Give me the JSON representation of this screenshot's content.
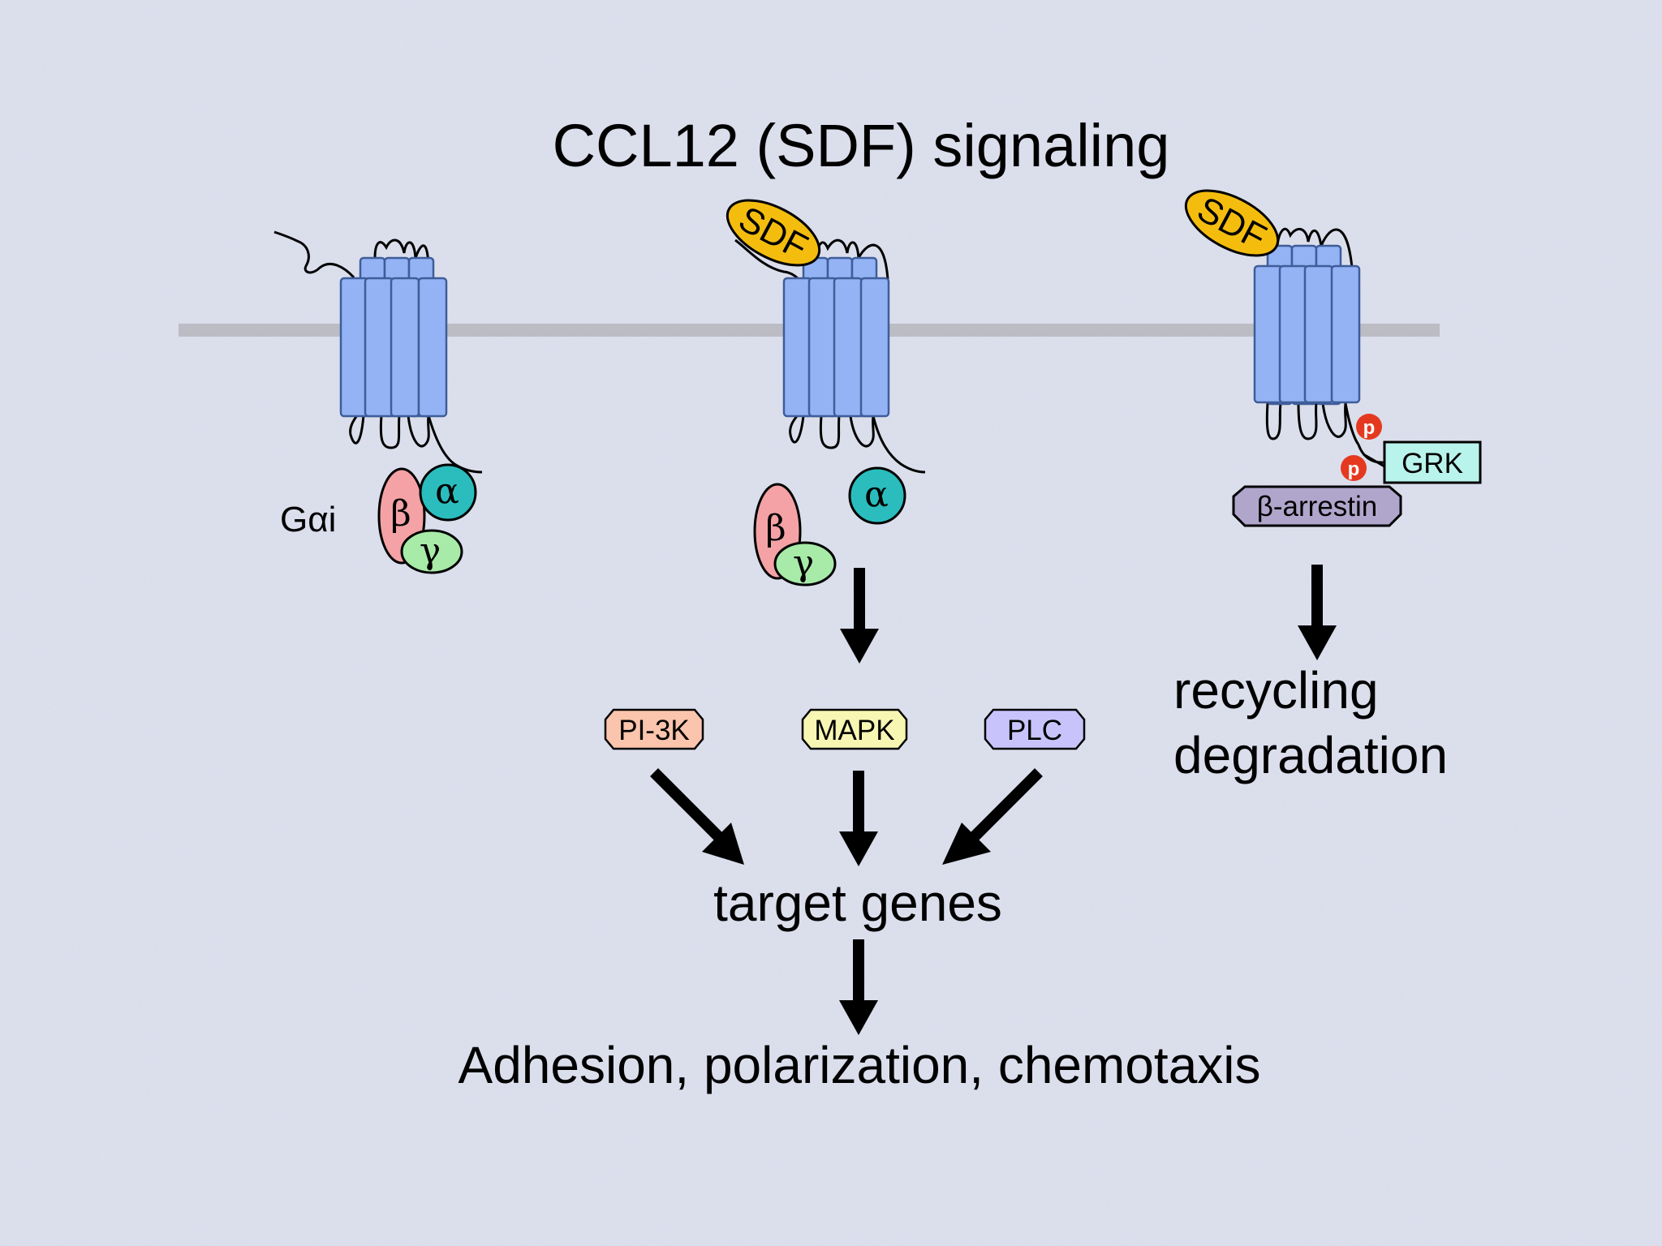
{
  "title": "CCL12 (SDF) signaling",
  "ligand_label": "SDF",
  "g_protein": {
    "label": "Gαi",
    "alpha": "α",
    "beta": "β",
    "gamma": "γ"
  },
  "phospho_label": "p",
  "grk_label": "GRK",
  "arrestin_label": "β-arrestin",
  "effectors": {
    "pi3k": "PI-3K",
    "mapk": "MAPK",
    "plc": "PLC"
  },
  "fate": {
    "line1": "recycling",
    "line2": "degradation"
  },
  "target_genes": "target genes",
  "outcome": "Adhesion, polarization, chemotaxis",
  "colors": {
    "background": "#dfe2ee",
    "membrane": "#bcbcc4",
    "receptor": "#94b3f4",
    "sdf": "#f4bd0e",
    "alpha": "#2bbdbd",
    "beta": "#f4a2a5",
    "gamma": "#a8eaa8",
    "phospho": "#e5391f",
    "grk": "#b9f4ec",
    "arrestin": "#b0a6cc",
    "pi3k": "#fac4ad",
    "mapk": "#f7f7b3",
    "plc": "#c8c4fb"
  }
}
